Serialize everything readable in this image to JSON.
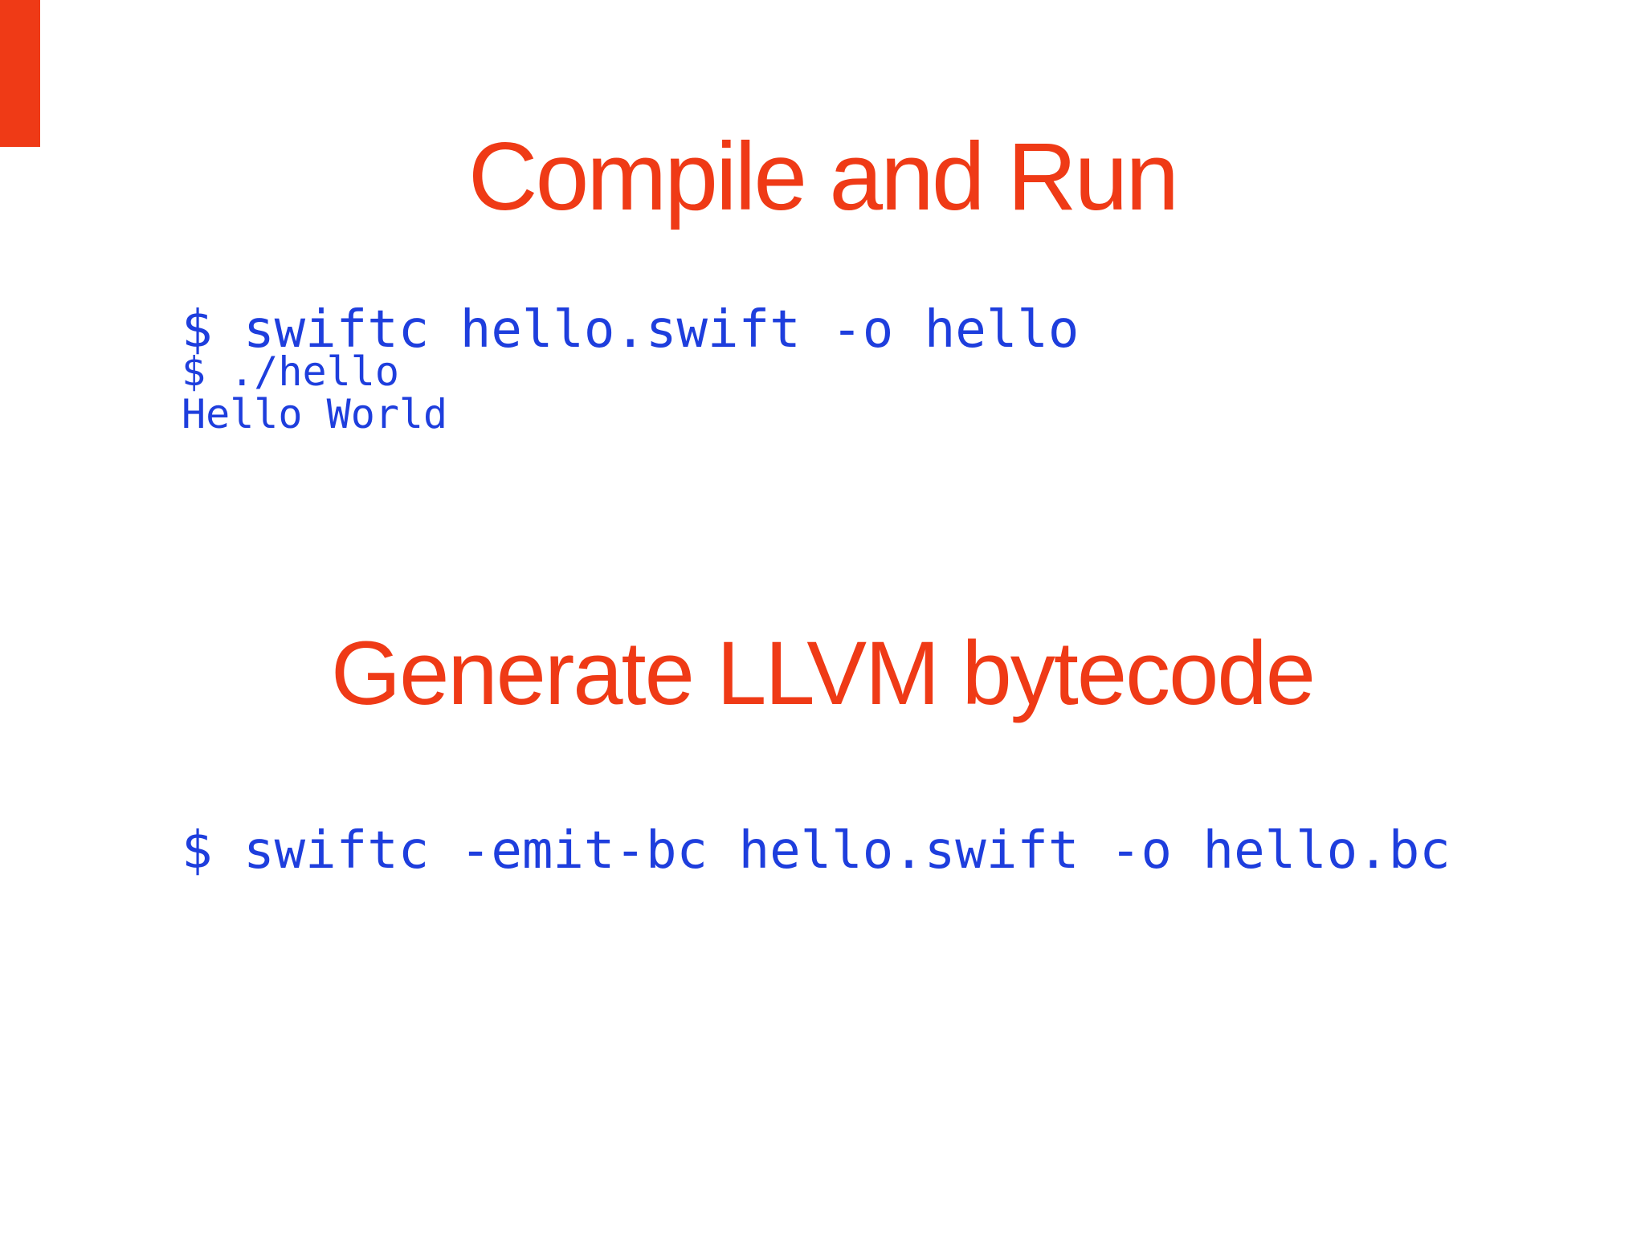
{
  "slide": {
    "background_color": "#ffffff",
    "title_color": "#ef3a16",
    "code_color": "#1e3edd",
    "corner_marker_color": "#ef3a16",
    "sections": [
      {
        "title": "Compile and Run",
        "code_large": "$ swiftc hello.swift -o hello",
        "code_small_1": "$ ./hello",
        "code_small_2": "Hello World"
      },
      {
        "title": "Generate LLVM bytecode",
        "code_large": "$ swiftc -emit-bc hello.swift -o hello.bc"
      }
    ]
  }
}
